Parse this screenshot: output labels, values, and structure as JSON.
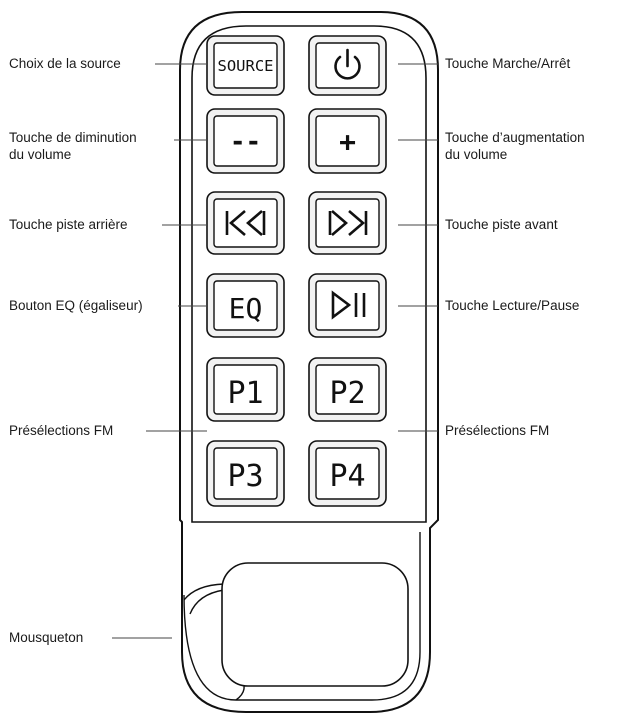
{
  "labels": {
    "source": "Choix de la source",
    "power": "Touche Marche/Arrêt",
    "vol_down_1": "Touche de diminution",
    "vol_down_2": "du volume",
    "vol_up_1": "Touche d’augmentation",
    "vol_up_2": "du volume",
    "track_back": "Touche piste arrière",
    "track_fwd": "Touche piste avant",
    "eq": "Bouton EQ (égaliseur)",
    "play_pause": "Touche Lecture/Pause",
    "presets_left": "Présélections FM",
    "presets_right": "Présélections FM",
    "carabiner": "Mousqueton"
  },
  "buttons": {
    "source": "SOURCE",
    "minus": "--",
    "plus": "+",
    "eq": "EQ",
    "p1": "P1",
    "p2": "P2",
    "p3": "P3",
    "p4": "P4"
  },
  "icons": {
    "power": "power-icon",
    "back": "skip-back-icon",
    "fwd": "skip-forward-icon",
    "play": "play-pause-icon"
  }
}
